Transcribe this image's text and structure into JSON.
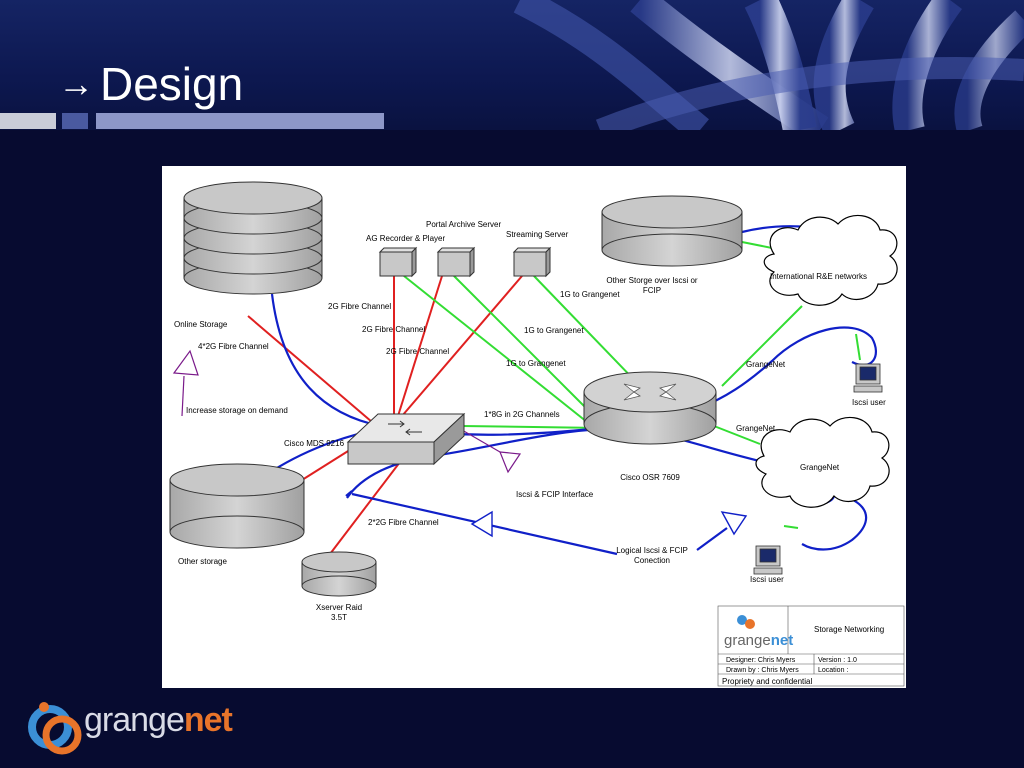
{
  "slide": {
    "title": "Design"
  },
  "diagram": {
    "labels": {
      "online_storage": "Online Storage",
      "fibre_4x2g": "4*2G Fibre Channel",
      "increase_storage": "Increase storage on demand",
      "cisco_mds": "Cisco MDS 9216",
      "other_storage": "Other storage",
      "xserve_raid": "Xserver Raid\n3.5T",
      "fibre_2x2g": "2*2G Fibre Channel",
      "portal_archive": "Portal Archive Server",
      "ag_recorder": "AG Recorder & Player",
      "streaming_server": "Streaming Server",
      "fc_2g_1": "2G Fibre Channel",
      "fc_2g_2": "2G Fibre Channel",
      "fc_2g_3": "2G Fibre Channel",
      "gig_grangenet_1": "1G to Grangenet",
      "gig_grangenet_2": "1G to Grangenet",
      "gig_grangenet_3": "1G to Grangenet",
      "eight_g": "1*8G in 2G Channels",
      "iscsi_fcip_interface": "Iscsi & FCIP Interface",
      "cisco_osr": "Cisco OSR 7609",
      "other_storage_iscsi": "Other Storge over Iscsi or\nFCIP",
      "intl_networks": "International R&E networks",
      "grangenet_link_1": "GrangeNet",
      "grangenet_link_2": "GrangeNet",
      "grangenet_cloud": "GrangeNet",
      "iscsi_user_1": "Iscsi user",
      "iscsi_user_2": "Iscsi user",
      "logical_conn": "Logical Iscsi & FCIP\nConection"
    },
    "title_block": {
      "project": "Storage Networking",
      "designer": "Designer: Chris Myers",
      "version": "Version : 1.0",
      "drawn_by": "Drawn by : Chris Myers",
      "location": "Location :",
      "confidential": "Propriety and confidential",
      "logo_text_a": "grange",
      "logo_text_b": "net"
    }
  },
  "footer": {
    "brand_a": "grange",
    "brand_b": "net"
  },
  "colors": {
    "red": "#e02020",
    "blue": "#1020c8",
    "green": "#33dd33",
    "purple": "#7a1a8a",
    "grey": "#c8c8c8"
  }
}
